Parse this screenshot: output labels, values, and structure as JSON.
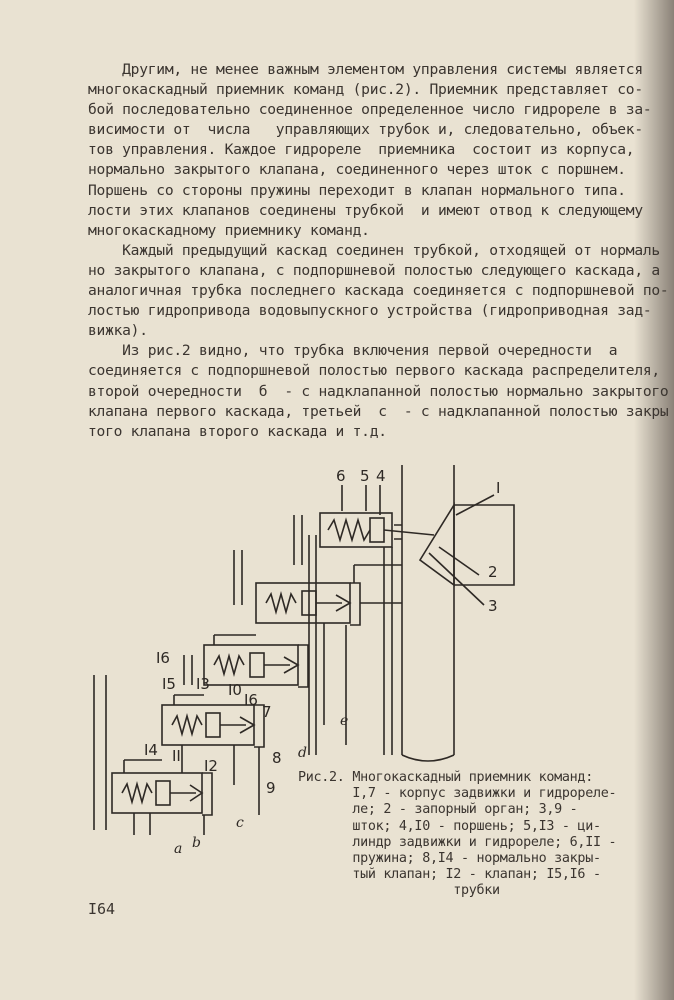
{
  "body_lines": [
    "    Другим, не менее важным элементом управления системы является",
    "многокаскадный приемник команд (рис.2). Приемник представляет со-",
    "бой последовательно соединенное определенное число гидрореле в за-",
    "висимости от  числа   управляющих трубок и, следовательно, объек-",
    "тов управления. Каждое гидрореле  приемника  состоит из корпуса,",
    "нормально закрытого клапана, соединенного через шток с поршнем.",
    "Поршень со стороны пружины переходит в клапан нормального типа.",
    "лости этих клапанов соединены трубкой  и имеют отвод к следующему",
    "многокаскадному приемнику команд.",
    "    Каждый предыдущий каскад соединен трубкой, отходящей от нормаль",
    "но закрытого клапана, с подпоршневой полостью следующего каскада, а",
    "аналогичная трубка последнего каскада соединяется с подпоршневой по-",
    "лостью гидропривода водовыпускного устройства (гидроприводная зад-",
    "вижка).",
    "    Из рис.2 видно, что трубка включения первой очередности  a",
    "соединяется с подпоршневой полостью первого каскада распределителя,",
    "второй очередности  б  - с надклапанной полостью нормально закрытого",
    "клапана первого каскада, третьей  c  - с надклапанной полостью закры",
    "того клапана второго каскада и т.д."
  ],
  "figure": {
    "labels_top": [
      "6",
      "5",
      "4",
      "I"
    ],
    "labels_right": [
      "2",
      "3"
    ],
    "labels_left": [
      "I6",
      "I5",
      "I3",
      "I0",
      "I6",
      "7",
      "I4",
      "II",
      "I2",
      "8",
      "9"
    ],
    "pipe_letters": [
      "a",
      "b",
      "c",
      "d",
      "e"
    ]
  },
  "caption_lines": [
    "Рис.2. Многокаскадный приемник команд:",
    "       I,7 - корпус задвижки и гидрореле-",
    "       ле; 2 - запорный орган; 3,9 -",
    "       шток; 4,I0 - поршень; 5,I3 - ци-",
    "       линдр задвижки и гидрореле; 6,II -",
    "       пружина; 8,I4 - нормально закры-",
    "       тый клапан; I2 - клапан; I5,I6 -",
    "                    трубки"
  ],
  "page_number": "I64"
}
